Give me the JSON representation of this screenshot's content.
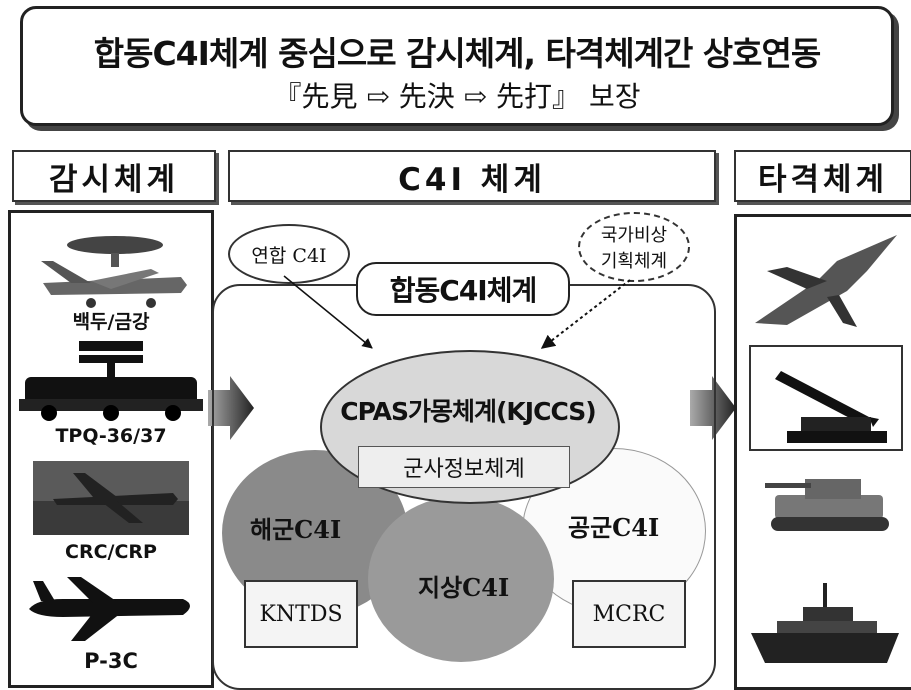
{
  "banner": {
    "title": "합동C4I체계 중심으로 감시체계, 타격체계간 상호연동",
    "subtitle": "『先見 ⇨ 先決 ⇨ 先打』 보장"
  },
  "headers": {
    "surveillance": "감시체계",
    "c4i": "C4I 체계",
    "strike": "타격체계"
  },
  "surveillance": {
    "items": [
      "백두/금강",
      "TPQ-36/37",
      "CRC/CRP",
      "P-3C"
    ]
  },
  "c4i": {
    "allied": "연합 C4I",
    "national": "국가비상 기획체계",
    "joint": "합동C4I체계",
    "core": "CPAS가몽체계(KJCCS)",
    "military_info": "군사정보체계",
    "navy": "해군C4I",
    "army": "지상C4I",
    "air": "공군C4I",
    "kntds": "KNTDS",
    "mcrc": "MCRC"
  },
  "strike": {
    "icons": [
      "fighter-jet",
      "missile-launcher",
      "self-propelled-howitzer",
      "warship"
    ]
  }
}
